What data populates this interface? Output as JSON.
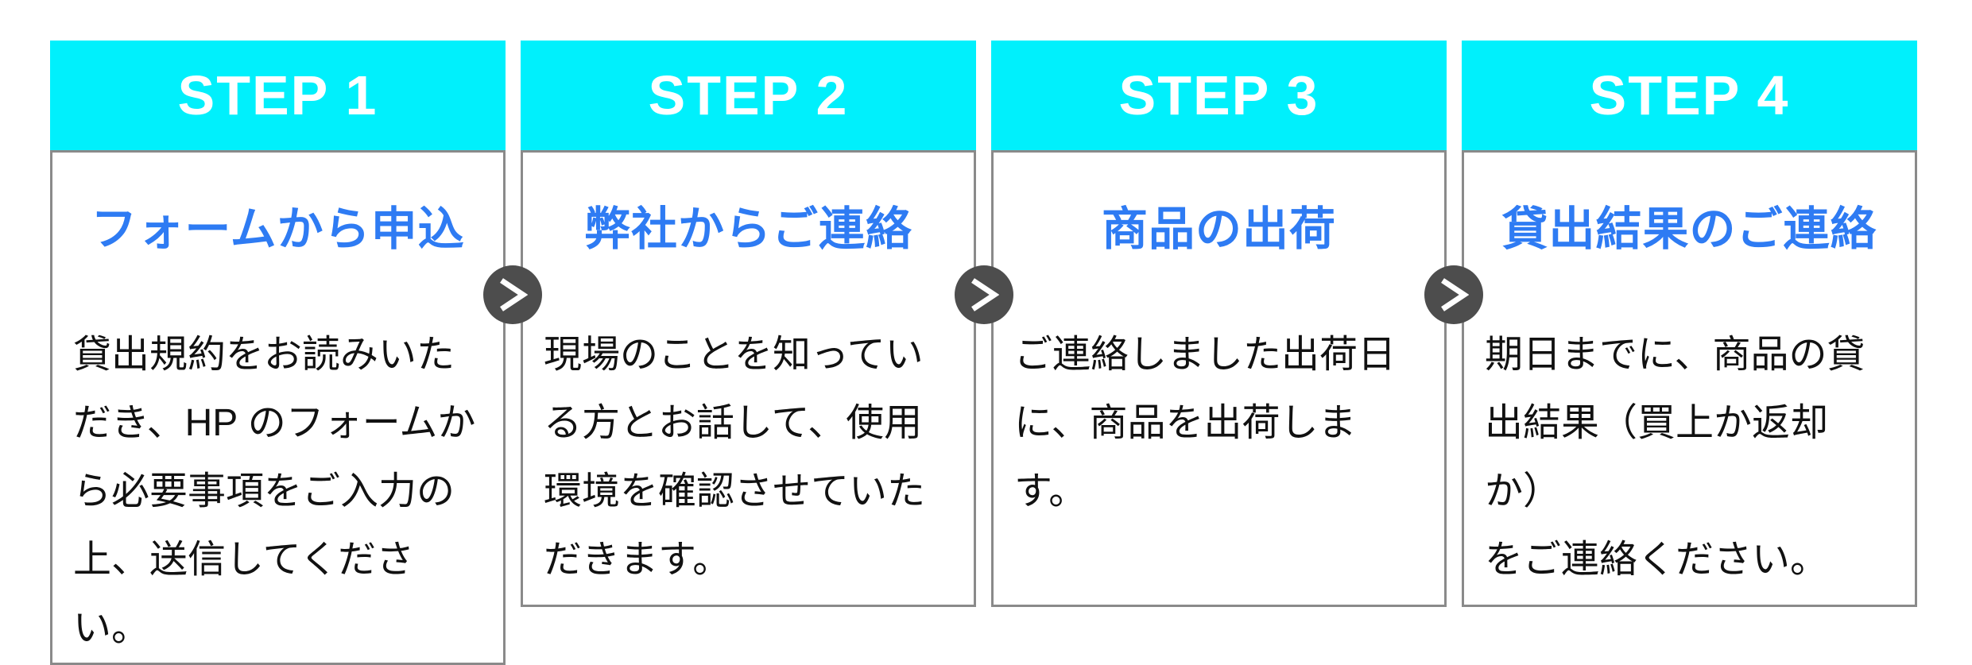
{
  "flow": {
    "steps": [
      {
        "step_label": "STEP 1",
        "title": "フォームから申込",
        "description": "貸出規約をお読みいた\nだき、HP のフォームか\nら必要事項をご入力の\n上、送信してください。"
      },
      {
        "step_label": "STEP 2",
        "title": "弊社からご連絡",
        "description": "現場のことを知ってい\nる方とお話して、使用\n環境を確認させていた\nだきます。"
      },
      {
        "step_label": "STEP 3",
        "title": "商品の出荷",
        "description": "ご連絡しました出荷日\nに、商品を出荷します。"
      },
      {
        "step_label": "STEP 4",
        "title": "貸出結果のご連絡",
        "description": "期日までに、商品の貸\n出結果（買上か返却か）\nをご連絡ください。"
      }
    ],
    "arrow_icon": "chevron-right",
    "colors": {
      "header_cyan": "#00f0fc",
      "title_blue": "#2e7bf3",
      "body_text": "#111111",
      "card_border": "#8a8a8a",
      "arrow_circle": "#4d4d4d",
      "arrow_glyph": "#ffffff",
      "background": "#ffffff"
    }
  }
}
